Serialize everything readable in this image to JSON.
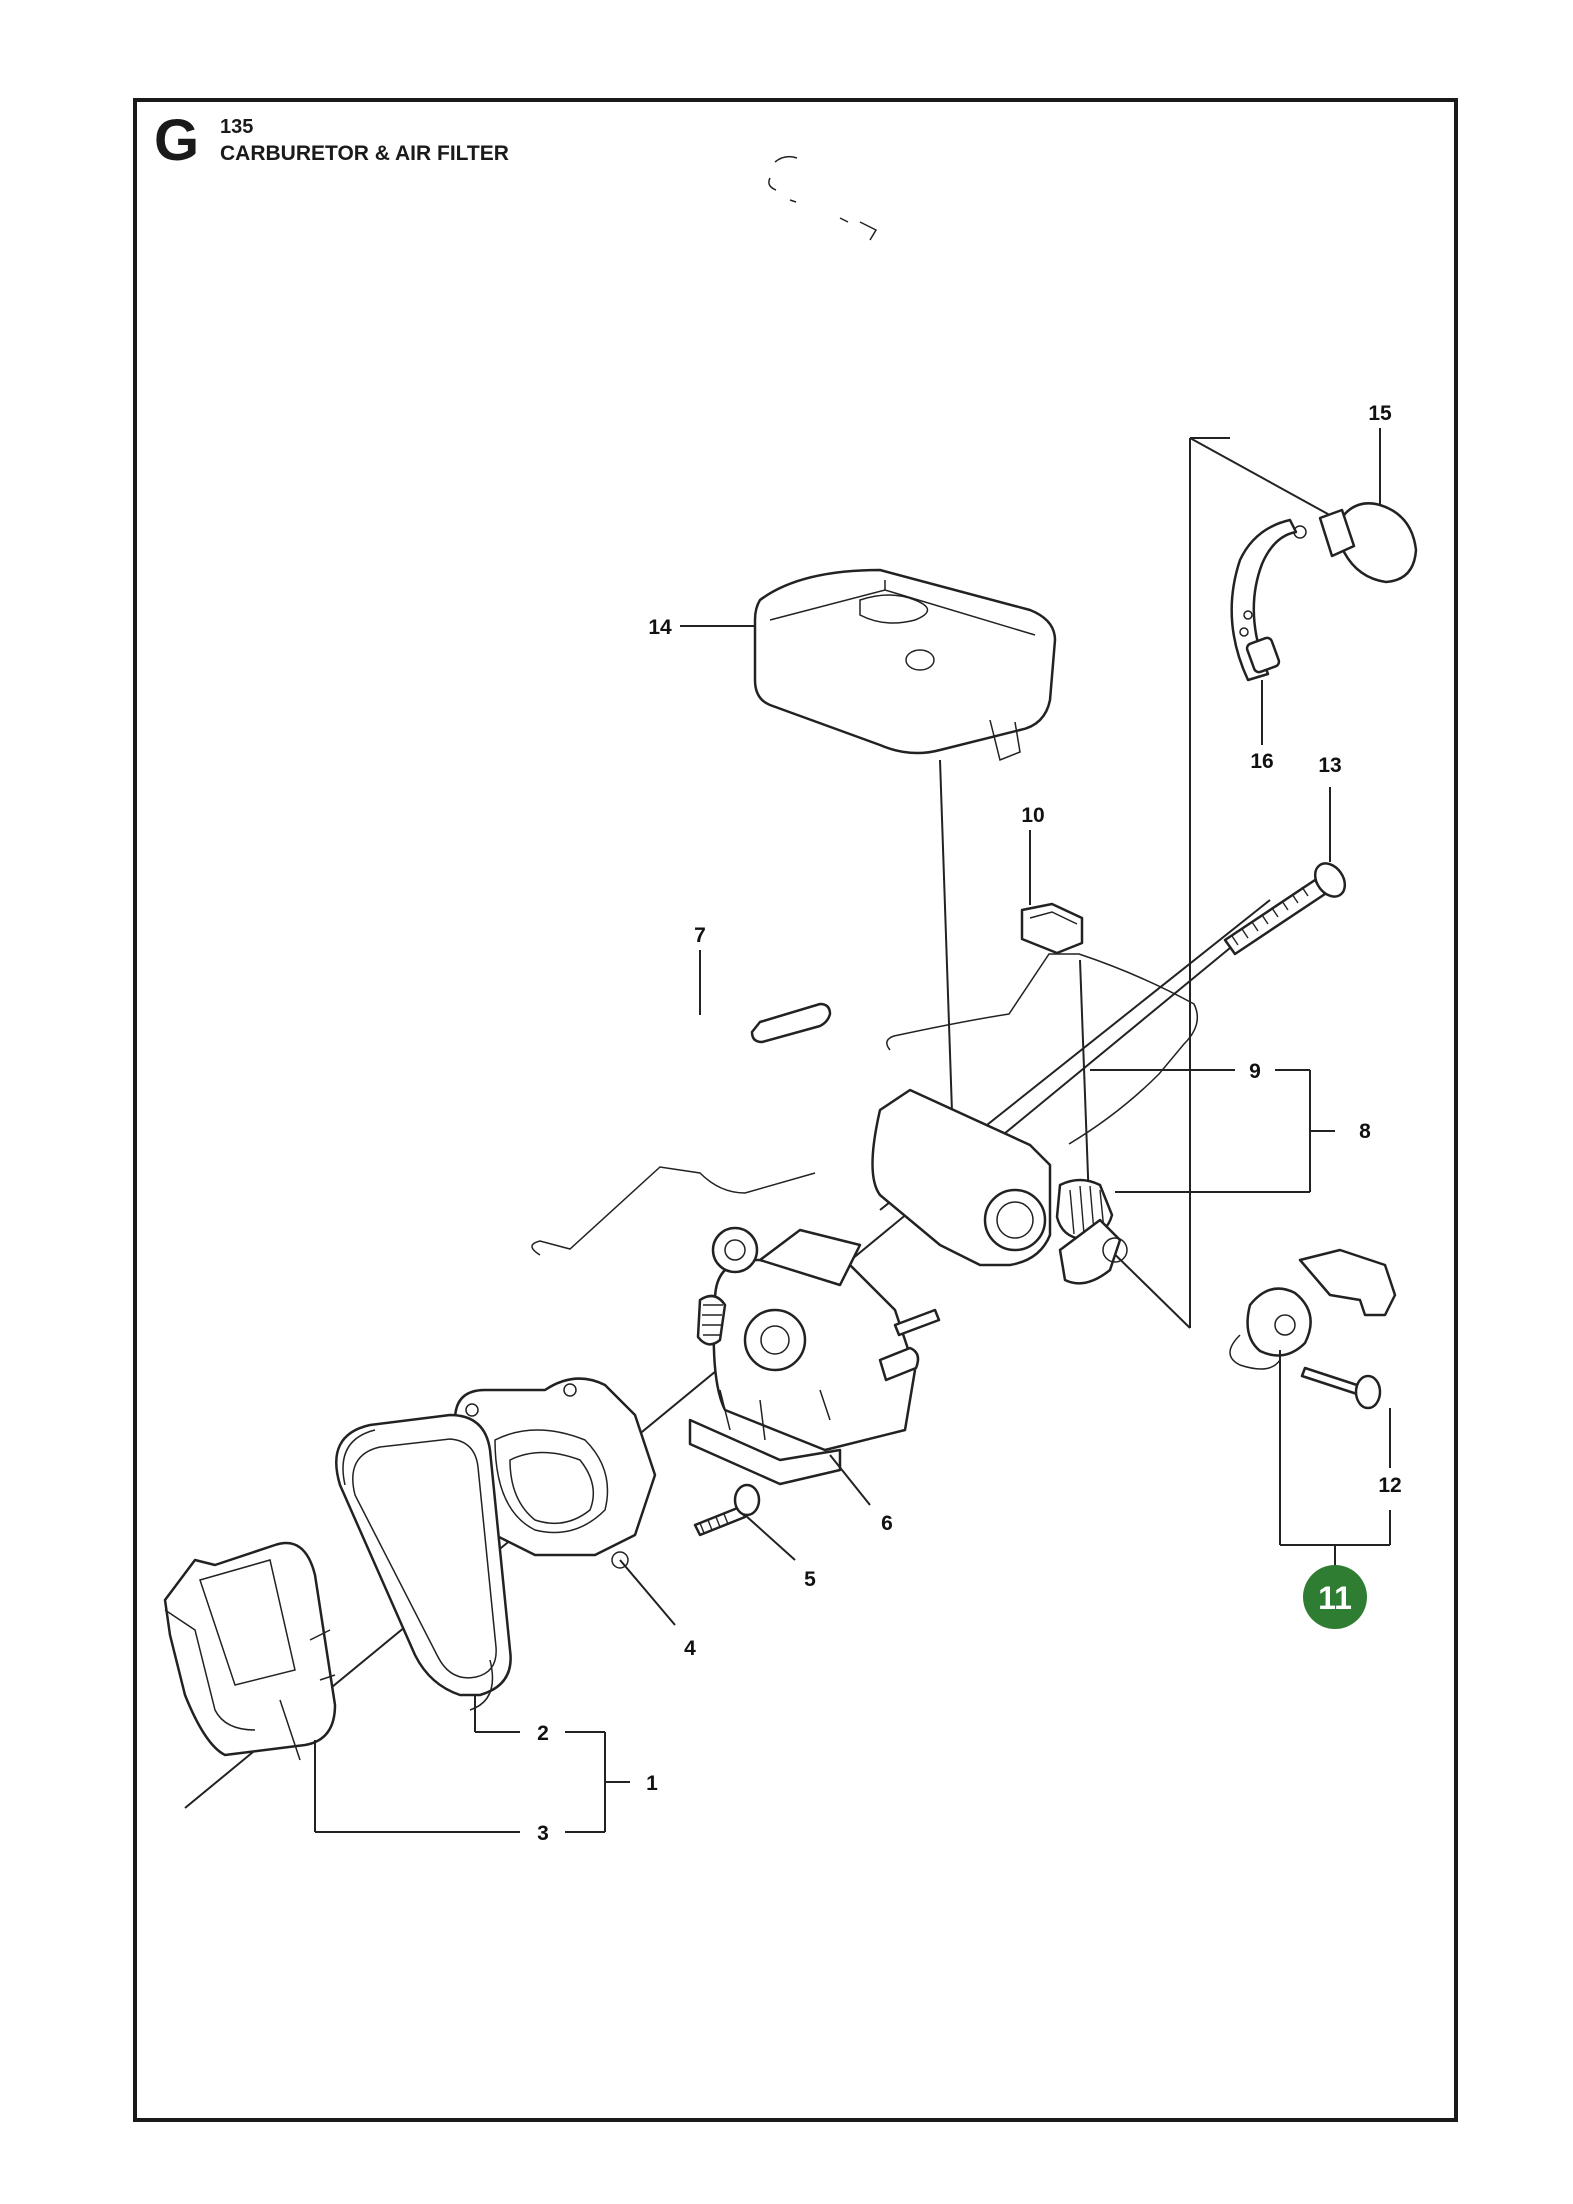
{
  "header": {
    "section_letter": "G",
    "model_number": "135",
    "section_title": "CARBURETOR & AIR FILTER"
  },
  "callouts": {
    "c1": "1",
    "c2": "2",
    "c3": "3",
    "c4": "4",
    "c5": "5",
    "c6": "6",
    "c7": "7",
    "c8": "8",
    "c9": "9",
    "c10": "10",
    "c11": "11",
    "c12": "12",
    "c13": "13",
    "c14": "14",
    "c15": "15",
    "c16": "16"
  },
  "highlight": {
    "part": "11",
    "color": "#2e7d32",
    "text_color": "#ffffff"
  }
}
